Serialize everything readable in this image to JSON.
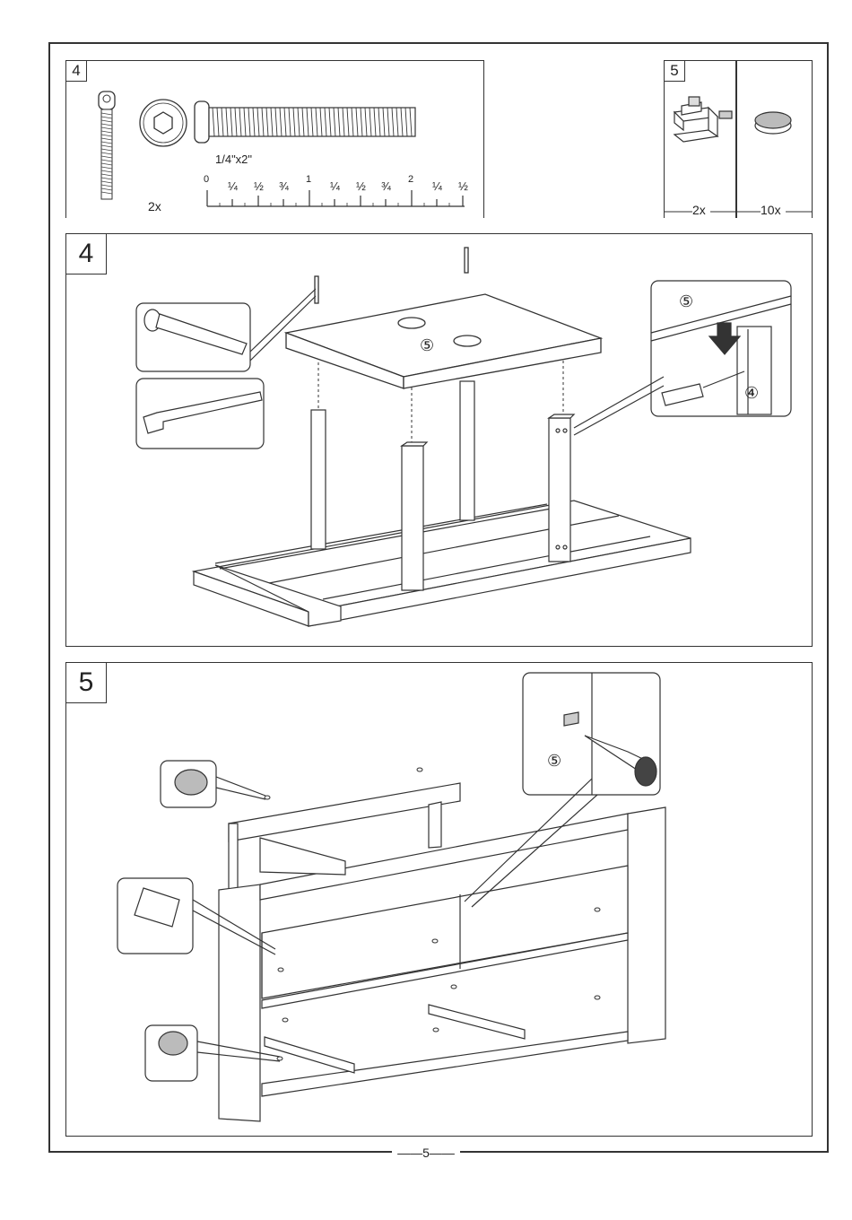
{
  "page_number": "5",
  "parts_panel_left": {
    "step_label": "4",
    "bolt_size": "1/4\"x2\"",
    "quantity": "2x",
    "ruler_ticks": [
      "0",
      "¼",
      "½",
      "¾",
      "1",
      "¼",
      "½",
      "¾",
      "2",
      "¼",
      "½"
    ]
  },
  "parts_panel_right": {
    "step_label": "5",
    "connector_quantity": "2x",
    "pad_quantity": "10x"
  },
  "step4": {
    "label": "4",
    "part_tag_top": "⑤",
    "detail_part_tag_top": "⑤",
    "detail_part_tag_side": "④"
  },
  "step5": {
    "label": "5",
    "detail_part_tag": "⑤"
  },
  "colors": {
    "line": "#333333",
    "felt": "#bbbbbb"
  }
}
